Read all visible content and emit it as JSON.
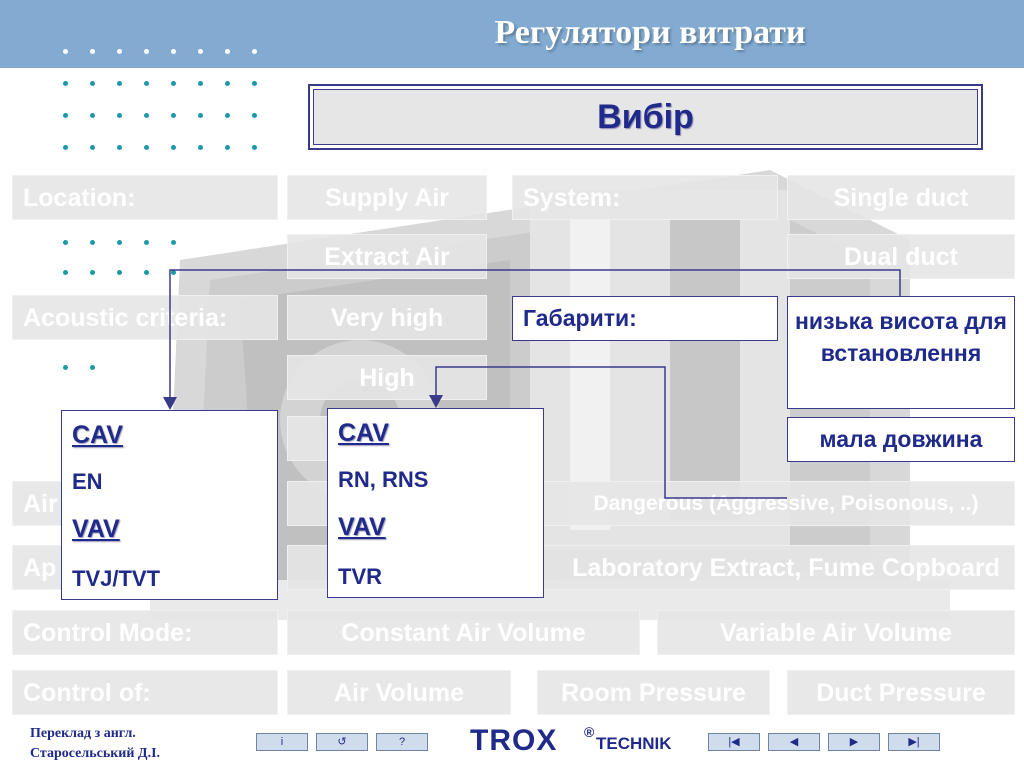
{
  "header": {
    "title": "Регулятори витрати"
  },
  "banner": {
    "text": "Вибір"
  },
  "rows": {
    "location": {
      "label": "Location:",
      "supply": "Supply Air",
      "extract": "Extract Air"
    },
    "system": {
      "label": "System:",
      "single": "Single duct",
      "dual": "Dual duct"
    },
    "acoustic": {
      "label": "Acoustic criteria:",
      "very_high": "Very high",
      "high": "High"
    },
    "air": {
      "label": "Air",
      "dangerous": "Dangerous (Aggressive, Poisonous, ..)"
    },
    "app": {
      "label": "Ap",
      "lab": "Laboratory Extract, Fume Copboard"
    },
    "control_mode": {
      "label": "Control Mode:",
      "cav": "Constant Air Volume",
      "vav": "Variable Air Volume"
    },
    "control_of": {
      "label": "Control of:",
      "air_volume": "Air Volume",
      "room_pressure": "Room Pressure",
      "duct_pressure": "Duct Pressure"
    }
  },
  "dimensions": {
    "label": "Габарити:",
    "option1": "низька висота для встановлення",
    "option2": "мала довжина"
  },
  "result_left": {
    "cav_heading": "CAV",
    "cav_model": "EN",
    "vav_heading": "VAV",
    "vav_model": "TVJ/TVT"
  },
  "result_right": {
    "cav_heading": "CAV",
    "cav_model": "RN, RNS",
    "vav_heading": "VAV",
    "vav_model": "TVR"
  },
  "footer": {
    "credit_line1": "Переклад з англ.",
    "credit_line2": "Старосельський Д.І.",
    "brand_main": "TROX",
    "brand_reg": "®",
    "brand_sub": "TECHNIK",
    "info_glyph": "i",
    "back_glyph": "↺",
    "help_glyph": "?",
    "first_glyph": "|◀",
    "prev_glyph": "◀",
    "next_glyph": "▶",
    "last_glyph": "▶|"
  },
  "colors": {
    "header": "#83abd1",
    "accent": "#1f2a8a",
    "dot": "#1a9aa8"
  }
}
